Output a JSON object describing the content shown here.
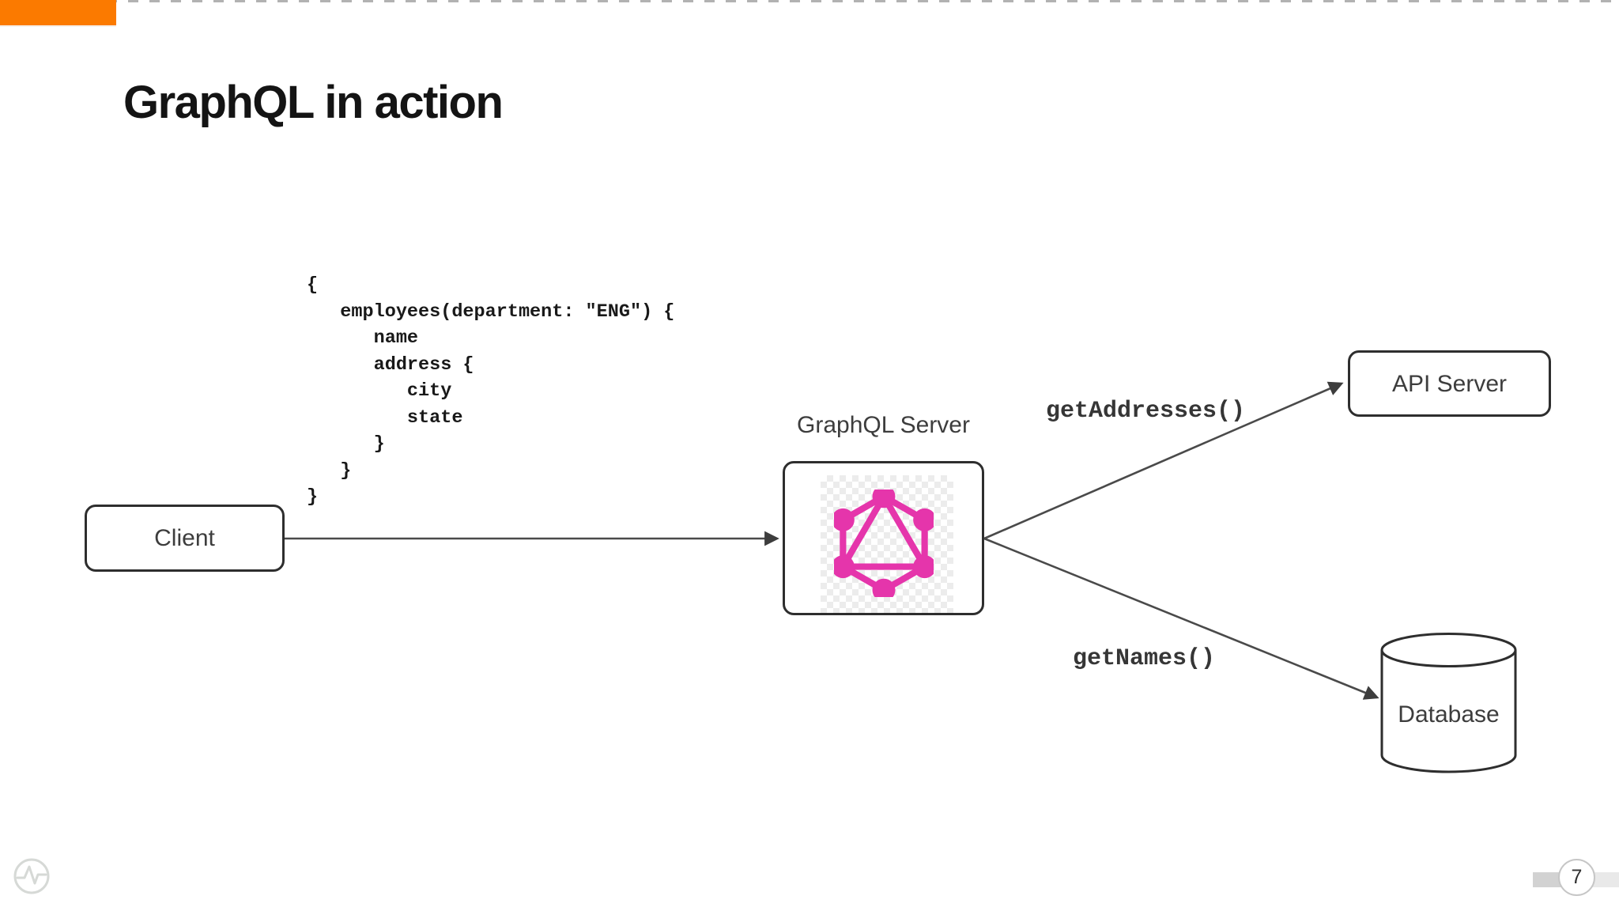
{
  "slide": {
    "title": "GraphQL in action",
    "page_number": "7"
  },
  "code": {
    "lines": [
      "{",
      "   employees(department: \"ENG\") {",
      "      name",
      "      address {",
      "         city",
      "         state",
      "      }",
      "   }",
      "}"
    ]
  },
  "diagram": {
    "nodes": {
      "client": {
        "label": "Client",
        "shape": "rounded-rect"
      },
      "graphql_server": {
        "label": "GraphQL Server",
        "shape": "rounded-rect",
        "icon": "graphql-logo"
      },
      "api_server": {
        "label": "API Server",
        "shape": "rounded-rect"
      },
      "database": {
        "label": "Database",
        "shape": "cylinder"
      }
    },
    "edges": {
      "client_to_server": {
        "label": ""
      },
      "server_to_api": {
        "label": "getAddresses()"
      },
      "server_to_database": {
        "label": "getNames()"
      }
    }
  },
  "colors": {
    "accent_orange": "#FB7A00",
    "graphql_pink": "#E535AB",
    "box_border": "#2e2e2e",
    "arrow": "#4a4a4a",
    "label_text": "#3d3d3d",
    "footer_gray": "#d2d2d2"
  }
}
